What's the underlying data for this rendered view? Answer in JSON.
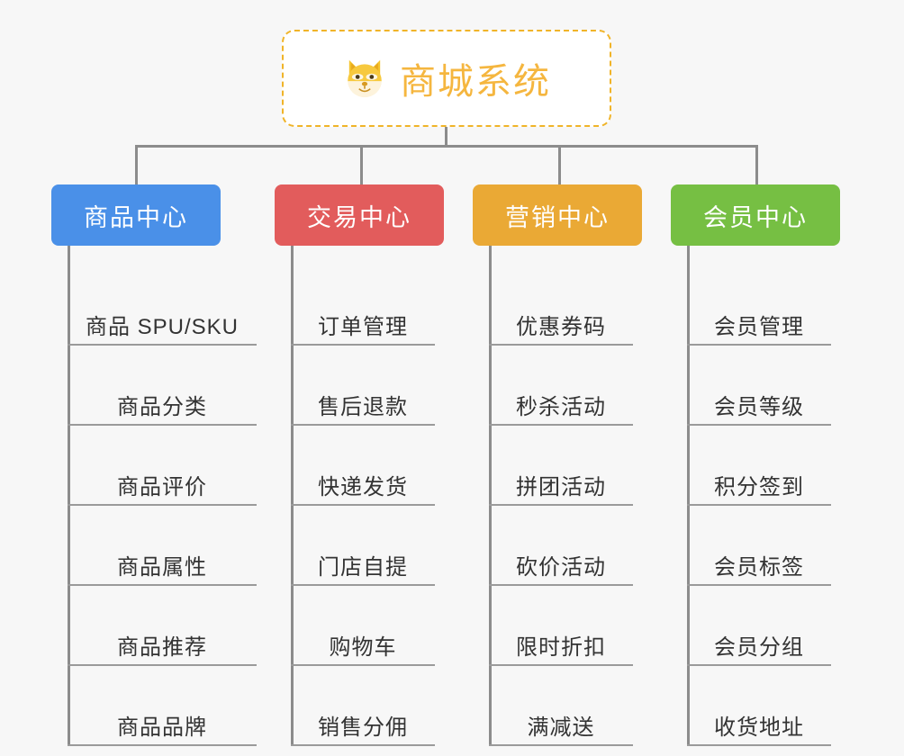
{
  "diagram": {
    "title": "商城系统",
    "root": {
      "label": "商城系统",
      "icon": "shiba-dog-face-icon",
      "icon_glyph": "🐕",
      "text_color": "#f5b63f",
      "border_color": "#f0b429",
      "background": "#ffffff"
    },
    "background_color": "#f7f7f7",
    "connector_color": "#8c8c8c",
    "leaf_text_color": "#333333",
    "branches": [
      {
        "label": "商品中心",
        "color": "#4a90e8",
        "items": [
          "商品 SPU/SKU",
          "商品分类",
          "商品评价",
          "商品属性",
          "商品推荐",
          "商品品牌"
        ]
      },
      {
        "label": "交易中心",
        "color": "#e25c5c",
        "items": [
          "订单管理",
          "售后退款",
          "快递发货",
          "门店自提",
          "购物车",
          "销售分佣"
        ]
      },
      {
        "label": "营销中心",
        "color": "#eaa935",
        "items": [
          "优惠券码",
          "秒杀活动",
          "拼团活动",
          "砍价活动",
          "限时折扣",
          "满减送"
        ]
      },
      {
        "label": "会员中心",
        "color": "#76bf43",
        "items": [
          "会员管理",
          "会员等级",
          "积分签到",
          "会员标签",
          "会员分组",
          "收货地址"
        ]
      }
    ]
  }
}
